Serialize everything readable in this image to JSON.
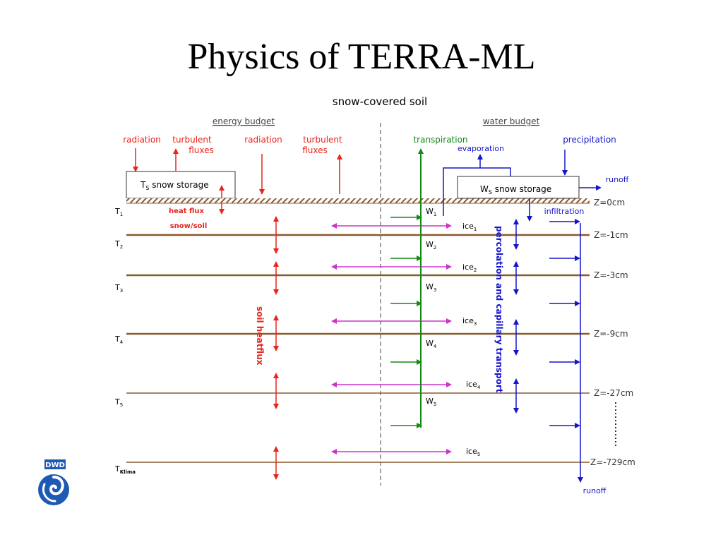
{
  "slide": {
    "title": "Physics of TERRA-ML"
  },
  "diagram": {
    "title": "snow-covered soil",
    "energy_budget_label": "energy budget",
    "water_budget_label": "water budget",
    "energy": {
      "radiation_left": "radiation",
      "turbulent_fluxes_left_1": "turbulent",
      "turbulent_fluxes_left_2": "fluxes",
      "radiation_right": "radiation",
      "turbulent_fluxes_right_1": "turbulent",
      "turbulent_fluxes_right_2": "fluxes",
      "snow_storage_T": "T",
      "snow_storage_T_sub": "S",
      "snow_storage_label": " snow storage",
      "heat_flux_1": "heat flux",
      "heat_flux_2": "snow/soil",
      "soil_heatflux": "soil heatflux"
    },
    "water": {
      "transpiration": "transpiration",
      "evaporation": "evaporation",
      "precipitation": "precipitation",
      "runoff_top": "runoff",
      "runoff_bottom": "runoff",
      "infiltration": "infiltration",
      "snow_storage_W": "W",
      "snow_storage_W_sub": "S",
      "snow_storage_label": " snow storage",
      "percolation": "percolation and capillary transport"
    },
    "temps": [
      {
        "T": "T",
        "sub": "1"
      },
      {
        "T": "T",
        "sub": "2"
      },
      {
        "T": "T",
        "sub": "3"
      },
      {
        "T": "T",
        "sub": "4"
      },
      {
        "T": "T",
        "sub": "5"
      },
      {
        "T": "T",
        "sub": "Klima"
      }
    ],
    "water_contents": [
      {
        "W": "W",
        "sub": "1"
      },
      {
        "W": "W",
        "sub": "2"
      },
      {
        "W": "W",
        "sub": "3"
      },
      {
        "W": "W",
        "sub": "4"
      },
      {
        "W": "W",
        "sub": "5"
      }
    ],
    "ice": [
      {
        "ice": "ice",
        "sub": "1"
      },
      {
        "ice": "ice",
        "sub": "2"
      },
      {
        "ice": "ice",
        "sub": "3"
      },
      {
        "ice": "ice",
        "sub": "4"
      },
      {
        "ice": "ice",
        "sub": "5"
      }
    ],
    "depths": [
      "Z=0cm",
      "Z=-1cm",
      "Z=-3cm",
      "Z=-9cm",
      "Z=-27cm",
      "Z=-729cm"
    ]
  },
  "logo": {
    "text": "DWD"
  },
  "colors": {
    "energy": "#e8241c",
    "water": "#1515cc",
    "transpiration": "#138a13",
    "ice": "#cc33cc",
    "soil": "#8b5a2b"
  }
}
